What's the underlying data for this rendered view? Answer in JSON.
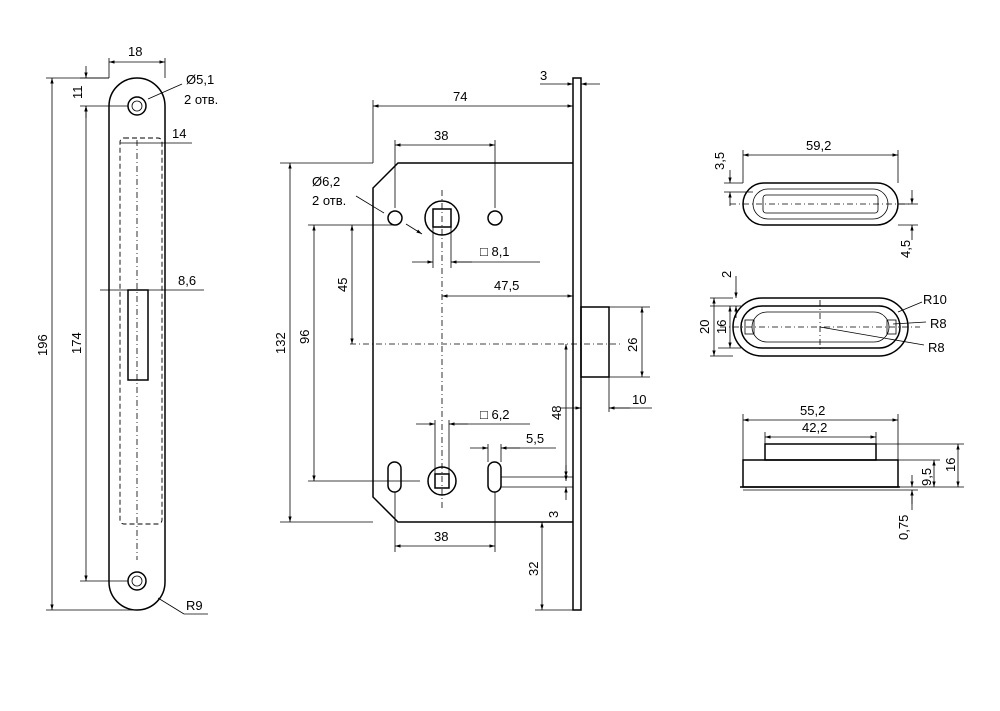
{
  "faceplate": {
    "width": "18",
    "hole_dim": "Ø5,1",
    "hole_count": "2 отв.",
    "top_offset": "11",
    "inner_width": "14",
    "slot_width": "8,6",
    "total_height": "196",
    "hole_spacing": "174",
    "radius": "R9"
  },
  "lock_body": {
    "depth": "74",
    "plate_thickness": "3",
    "top_holes": "38",
    "hole_dim": "Ø6,2",
    "hole_count": "2 отв.",
    "square_top": "□ 8,1",
    "height": "132",
    "lower_span": "96",
    "upper_span": "45",
    "backset": "47,5",
    "latch_height": "26",
    "latch_projection": "10",
    "lower_offset": "48",
    "square_bottom": "□ 6,2",
    "slot_width": "5,5",
    "bottom_offset": "3",
    "bottom_holes": "38",
    "bottom_extension": "32"
  },
  "strike_top": {
    "length": "59,2",
    "edge": "3,5",
    "height": "4,5"
  },
  "strike_mid": {
    "edge": "2",
    "outer": "20",
    "inner": "16",
    "r1": "R10",
    "r2": "R8",
    "r3": "R8"
  },
  "strike_side": {
    "outer": "55,2",
    "inner": "42,2",
    "height_a": "9,5",
    "height_b": "16",
    "thickness": "0,75"
  }
}
